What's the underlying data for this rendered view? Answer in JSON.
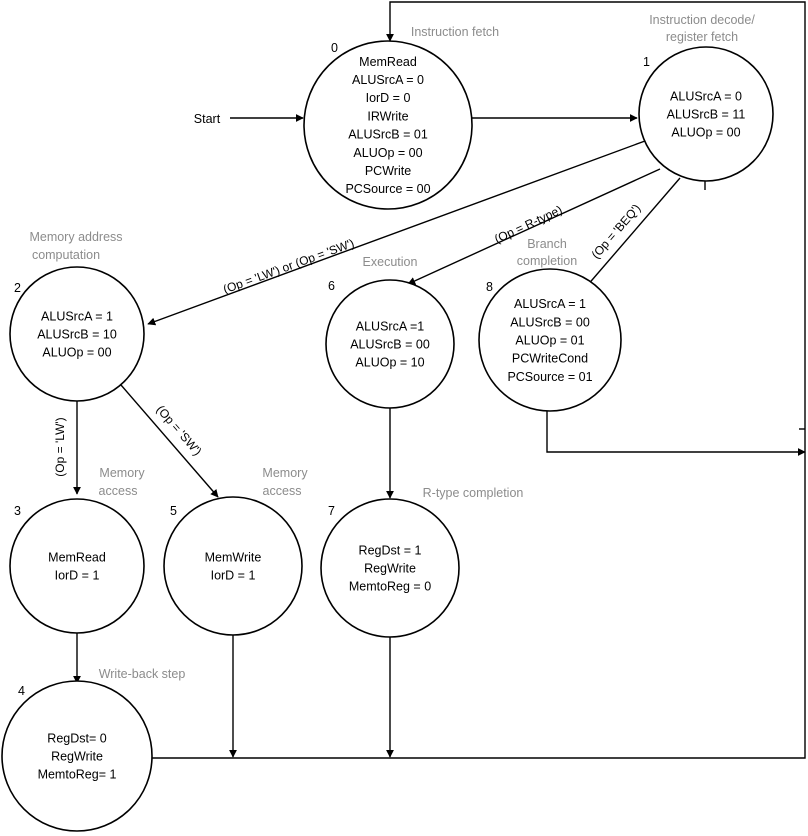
{
  "start_label": "Start",
  "states": [
    {
      "id": "0",
      "phase": [
        "Instruction fetch"
      ],
      "lines": [
        "MemRead",
        "ALUSrcA = 0",
        "IorD = 0",
        "IRWrite",
        "ALUSrcB = 01",
        "ALUOp = 00",
        "PCWrite",
        "PCSource = 00"
      ]
    },
    {
      "id": "1",
      "phase": [
        "Instruction decode/",
        "register fetch"
      ],
      "lines": [
        "ALUSrcA = 0",
        "ALUSrcB = 11",
        "ALUOp = 00"
      ]
    },
    {
      "id": "2",
      "phase": [
        "Memory address",
        "computation"
      ],
      "lines": [
        "ALUSrcA = 1",
        "ALUSrcB = 10",
        "ALUOp = 00"
      ]
    },
    {
      "id": "6",
      "phase": [
        "Execution"
      ],
      "lines": [
        "ALUSrcA =1",
        "ALUSrcB = 00",
        "ALUOp = 10"
      ]
    },
    {
      "id": "8",
      "phase": [
        "Branch",
        "completion"
      ],
      "lines": [
        "ALUSrcA = 1",
        "ALUSrcB = 00",
        "ALUOp = 01",
        "PCWriteCond",
        "PCSource = 01"
      ]
    },
    {
      "id": "3",
      "phase": [
        "Memory",
        "access"
      ],
      "lines": [
        "MemRead",
        "IorD = 1"
      ]
    },
    {
      "id": "5",
      "phase": [
        "Memory",
        "access"
      ],
      "lines": [
        "MemWrite",
        "IorD = 1"
      ]
    },
    {
      "id": "7",
      "phase": [
        "R-type completion"
      ],
      "lines": [
        "RegDst = 1",
        "RegWrite",
        "MemtoReg = 0"
      ]
    },
    {
      "id": "4",
      "phase": [
        "Write-back step"
      ],
      "lines": [
        "RegDst= 0",
        "RegWrite",
        "MemtoReg= 1"
      ]
    }
  ],
  "transitions": [
    {
      "from": "1",
      "to": "2",
      "label": "(Op = 'LW') or (Op = 'SW')"
    },
    {
      "from": "1",
      "to": "6",
      "label": "(Op = R-type)"
    },
    {
      "from": "1",
      "to": "8",
      "label": "(Op = 'BEQ')"
    },
    {
      "from": "2",
      "to": "3",
      "label": "(Op = 'LW')"
    },
    {
      "from": "2",
      "to": "5",
      "label": "(Op = 'SW')"
    }
  ]
}
